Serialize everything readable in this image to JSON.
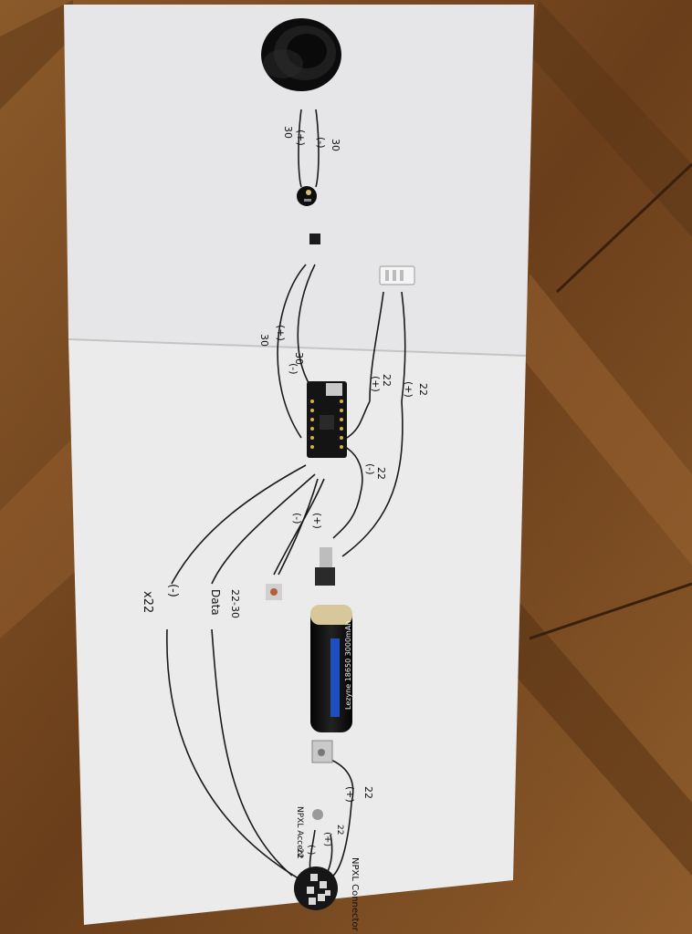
{
  "colors": {
    "floor_base": "#7a4a22",
    "floor_dark": "#4a2a12",
    "paper": "#e9e9ea",
    "pencil": "#1a1a1a",
    "battery_body": "#101010",
    "battery_label": "#1f4fbf",
    "battery_top": "#d8c79a",
    "button_cap": "#b0603a"
  },
  "icons": [
    "speaker-icon",
    "battery-icon",
    "pushbutton-icon",
    "neopixel-icon"
  ],
  "labels": {
    "speaker_neg": "(-)",
    "speaker_pos": "(+)",
    "speaker_gauge_a": "30",
    "speaker_gauge_b": "30",
    "conn_pos_top": "(+)",
    "mcu_pos_mid": "(+)",
    "gauge_22_a": "22",
    "gauge_22_b": "22",
    "mcu_left_pos": "(+)",
    "mcu_left_neg": "(-)",
    "gauge_30_a": "30",
    "gauge_30_b": "30",
    "mcu_right_neg": "(-)",
    "gauge_22_c": "22",
    "btn_a": "(-)",
    "btn_b": "(+)",
    "neg_x22": "(-)",
    "x22": "x22",
    "data_label": "Data",
    "data_gauge": "22-30",
    "bat_pos": "(+)",
    "gauge_22_d": "22",
    "npxl_accent": "NPXL\nAccent",
    "npxl_pos": "(+)",
    "npxl_neg": "(-)",
    "gauge_22_e": "22",
    "gauge_22_f": "22",
    "npxl_connector": "NPXL\nConnector",
    "battery_text": "Lezyne 18650 3000mAh"
  }
}
